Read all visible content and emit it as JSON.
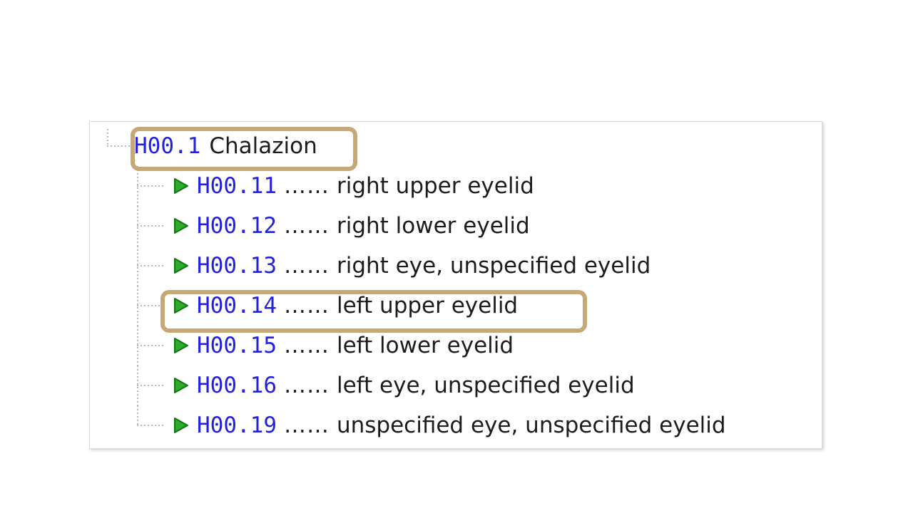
{
  "panel": {
    "name": "icd-code-tree-panel",
    "colors": {
      "code_blue": "#2222dd",
      "text_black": "#1c1c1c",
      "highlight_tan": "#c6a876",
      "marker_green": "#22aa22",
      "marker_green_dark": "#117711",
      "connector_gray": "#b8b8b8",
      "panel_border": "#d9d9d9",
      "background": "#ffffff"
    }
  },
  "tree": {
    "parent": {
      "code": "H00.1",
      "title": "Chalazion",
      "highlighted": true,
      "marker_icon": "none"
    },
    "children": [
      {
        "code": "H00.11",
        "dots": "……",
        "description": "right upper eyelid",
        "marker_icon": "green-play-triangle-icon",
        "highlighted": false
      },
      {
        "code": "H00.12",
        "dots": "……",
        "description": "right lower eyelid",
        "marker_icon": "green-play-triangle-icon",
        "highlighted": false
      },
      {
        "code": "H00.13",
        "dots": "……",
        "description": "right eye, unspecified eyelid",
        "marker_icon": "green-play-triangle-icon",
        "highlighted": false
      },
      {
        "code": "H00.14",
        "dots": "……",
        "description": "left upper eyelid",
        "marker_icon": "green-play-triangle-icon",
        "highlighted": true
      },
      {
        "code": "H00.15",
        "dots": "……",
        "description": "left lower eyelid",
        "marker_icon": "green-play-triangle-icon",
        "highlighted": false
      },
      {
        "code": "H00.16",
        "dots": "……",
        "description": "left eye, unspecified eyelid",
        "marker_icon": "green-play-triangle-icon",
        "highlighted": false
      },
      {
        "code": "H00.19",
        "dots": "……",
        "description": "unspecified eye, unspecified eyelid",
        "marker_icon": "green-play-triangle-icon",
        "highlighted": false
      }
    ]
  }
}
